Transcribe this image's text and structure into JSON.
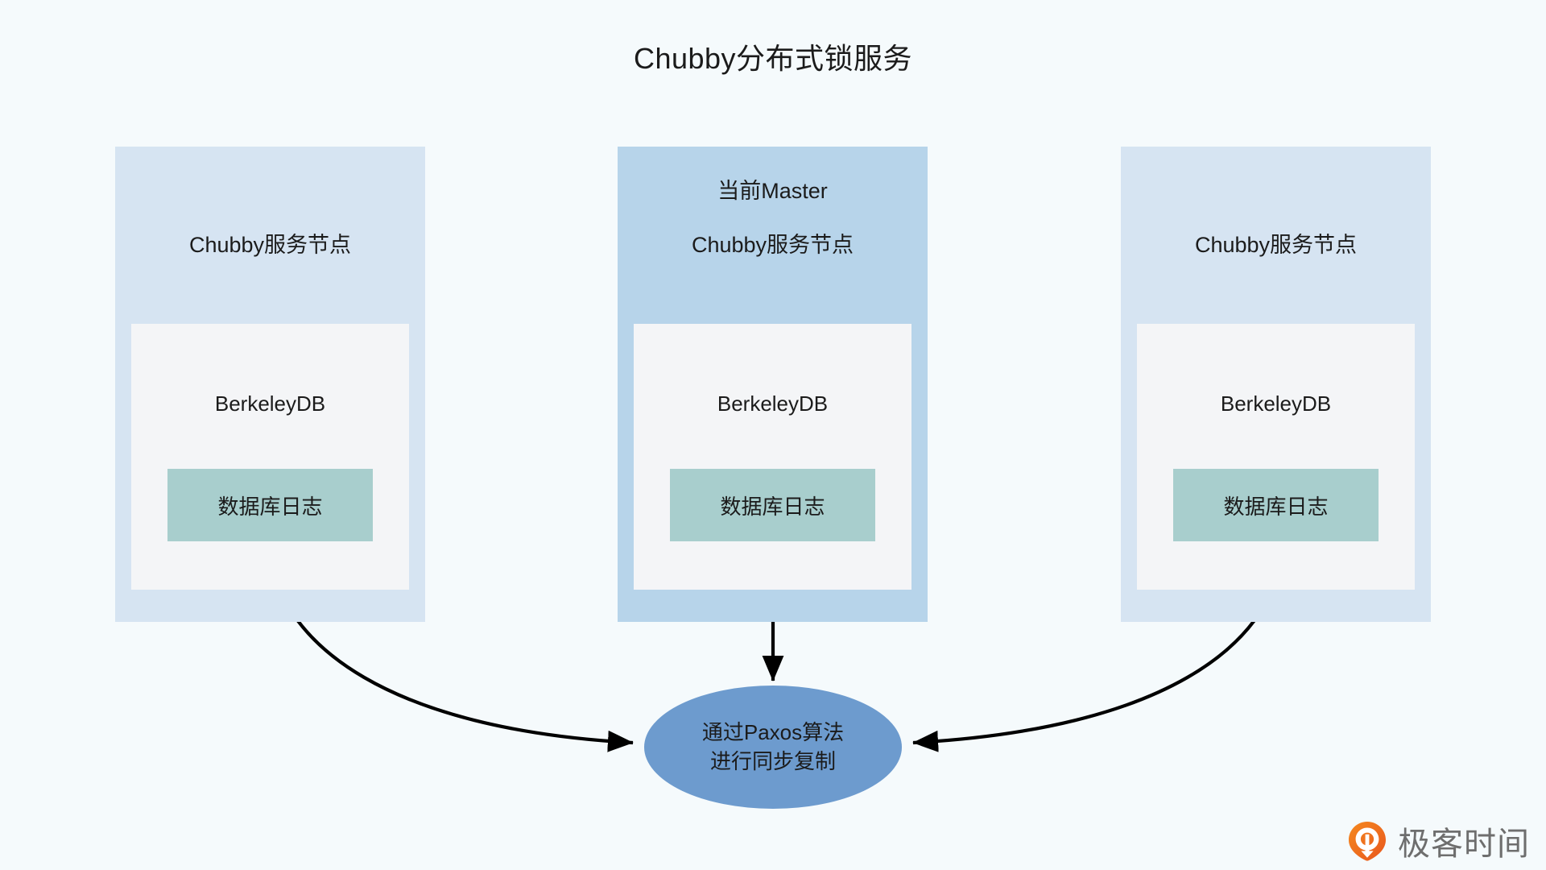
{
  "title": "Chubby分布式锁服务",
  "colors": {
    "background": "#f5fafc",
    "node_normal": "#d6e4f2",
    "node_master": "#b7d4ea",
    "db_box": "#f4f5f7",
    "log_box": "#a8cecd",
    "paxos_ellipse": "#6d9bce",
    "edge": "#000000",
    "watermark_orange": "#ef6c1f",
    "watermark_text": "#6e6e6e"
  },
  "nodes": [
    {
      "id": "node-left",
      "master_label": "",
      "is_master": false,
      "title": "Chubby服务节点",
      "db_title": "BerkeleyDB",
      "log_label": "数据库日志"
    },
    {
      "id": "node-center",
      "master_label": "当前Master",
      "is_master": true,
      "title": "Chubby服务节点",
      "db_title": "BerkeleyDB",
      "log_label": "数据库日志"
    },
    {
      "id": "node-right",
      "master_label": "",
      "is_master": false,
      "title": "Chubby服务节点",
      "db_title": "BerkeleyDB",
      "log_label": "数据库日志"
    }
  ],
  "paxos": {
    "line1": "通过Paxos算法",
    "line2": "进行同步复制"
  },
  "edges": [
    {
      "id": "edge-left-to-paxos",
      "from": "node-left.log",
      "to": "paxos",
      "style": "curved-arrow"
    },
    {
      "id": "edge-center-to-paxos",
      "from": "node-center.log",
      "to": "paxos",
      "style": "straight-arrow"
    },
    {
      "id": "edge-right-to-paxos",
      "from": "node-right.log",
      "to": "paxos",
      "style": "curved-arrow"
    }
  ],
  "watermark": {
    "icon": "geekbang-logo-icon",
    "text": "极客时间"
  }
}
